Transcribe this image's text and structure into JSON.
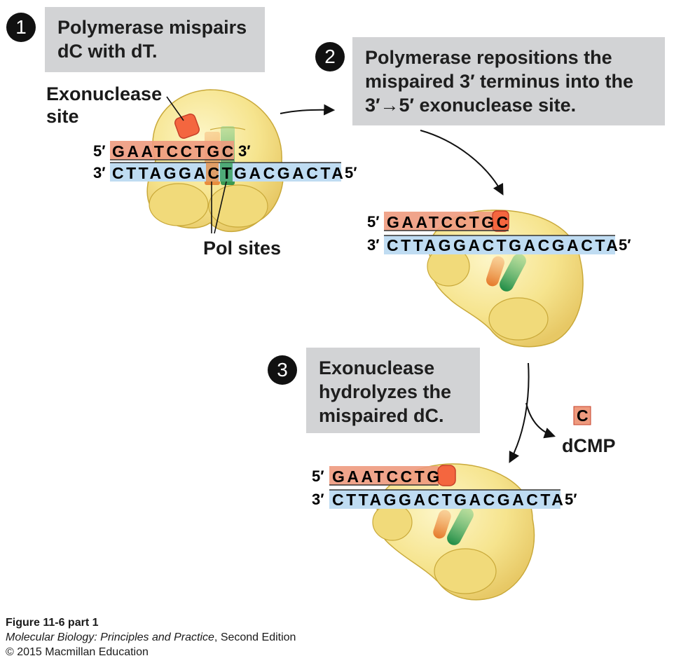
{
  "steps": [
    {
      "number": "1",
      "lines": [
        "Polymerase mispairs",
        "dC with dT."
      ]
    },
    {
      "number": "2",
      "lines": [
        "Polymerase repositions the",
        "mispaired 3′ terminus into the",
        "3′→5′ exonuclease site."
      ]
    },
    {
      "number": "3",
      "lines": [
        "Exonuclease",
        "hydrolyzes the",
        "mispaired dC."
      ]
    }
  ],
  "labels": {
    "exonuclease_site": [
      "Exonuclease",
      "site"
    ],
    "pol_sites": "Pol sites",
    "dcmp": "dCMP",
    "released_base": "C"
  },
  "strands": {
    "five_prime": "5′",
    "three_prime": "3′",
    "step1_top": "GAATCCTGC",
    "step2_top": "GAATCCTGC",
    "step3_top": "GAATCCTG",
    "template": "CTTAGGACTGACGACTA"
  },
  "caption": {
    "figure": "Figure 11-6 part 1",
    "book_title": "Molecular Biology: Principles and Practice",
    "book_suffix": ", Second Edition",
    "copyright": "© 2015 Macmillan Education"
  },
  "colors": {
    "enzyme": "#f6e48e",
    "enzyme_edge": "#c9a93a",
    "primer_strand": "#ee9a7e",
    "template_strand": "#bfdcf2",
    "exo_site": "#f4663f",
    "pol_site_orange": "#e98a3a",
    "pol_site_green": "#2a9a4f",
    "step_box": "#d2d3d5"
  }
}
